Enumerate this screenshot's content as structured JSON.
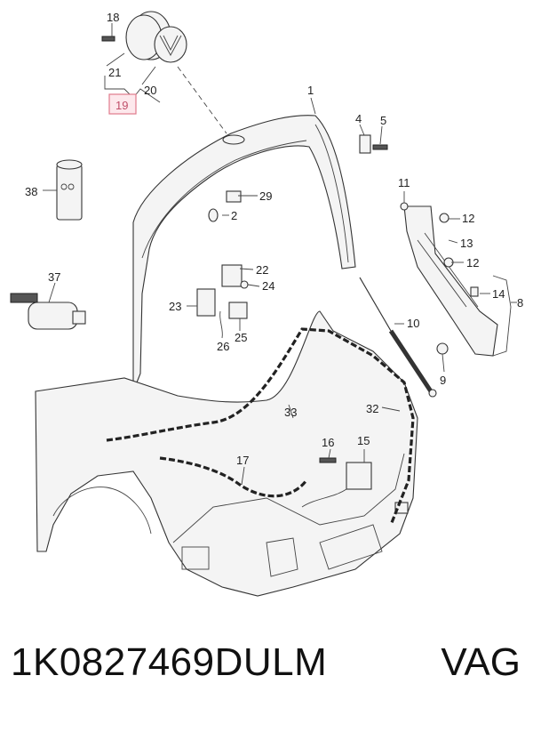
{
  "callouts": {
    "c1": "1",
    "c2": "2",
    "c4": "4",
    "c5": "5",
    "c8": "8",
    "c9": "9",
    "c10": "10",
    "c11": "11",
    "c12a": "12",
    "c12b": "12",
    "c13": "13",
    "c14": "14",
    "c15": "15",
    "c16": "16",
    "c17": "17",
    "c18": "18",
    "c19": "19",
    "c20": "20",
    "c21": "21",
    "c22": "22",
    "c23": "23",
    "c24": "24",
    "c25": "25",
    "c26": "26",
    "c29": "29",
    "c32": "32",
    "c33": "33",
    "c37": "37",
    "c38": "38"
  },
  "highlight_color": "#e07a8c",
  "footer": {
    "part_number": "1K0827469DULM",
    "brand": "VAG"
  }
}
